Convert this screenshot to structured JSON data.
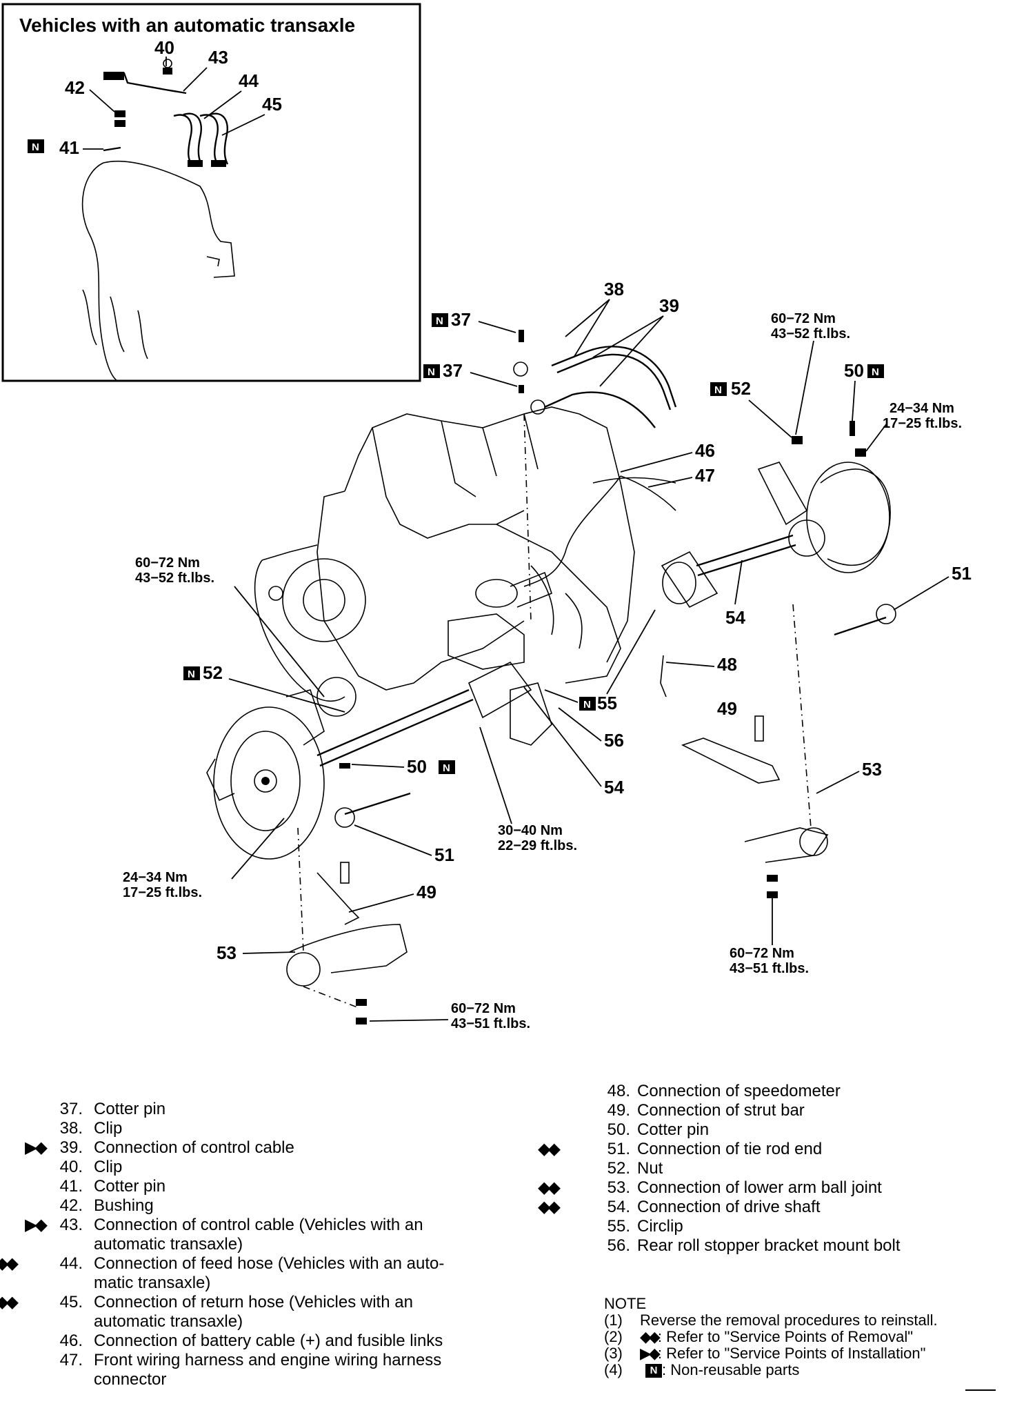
{
  "inset": {
    "title": "Vehicles with an automatic transaxle",
    "labels": [
      "40",
      "43",
      "42",
      "44",
      "45",
      "41"
    ],
    "n_mark": "N"
  },
  "labels": {
    "l38": "38",
    "l39": "39",
    "l37a": "37",
    "l37b": "37",
    "l46": "46",
    "l47": "47",
    "l52a": "52",
    "l52b": "52",
    "l50a": "50",
    "l50b": "50",
    "l51a": "51",
    "l51b": "51",
    "l54a": "54",
    "l54b": "54",
    "l48": "48",
    "l49a": "49",
    "l49b": "49",
    "l53a": "53",
    "l53b": "53",
    "l55": "55",
    "l56": "56"
  },
  "torques": {
    "t1": [
      "60−72 Nm",
      "43−52 ft.lbs."
    ],
    "t2": [
      "24−34 Nm",
      "17−25 ft.lbs."
    ],
    "t3": [
      "60−72 Nm",
      "43−52 ft.lbs."
    ],
    "t4": [
      "30−40 Nm",
      "22−29 ft.lbs."
    ],
    "t5": [
      "24−34 Nm",
      "17−25 ft.lbs."
    ],
    "t6": [
      "60−72 Nm",
      "43−51 ft.lbs."
    ],
    "t7": [
      "60−72 Nm",
      "43−51 ft.lbs."
    ]
  },
  "legend": {
    "i37": {
      "num": "37.",
      "text": "Cotter pin"
    },
    "i38": {
      "num": "38.",
      "text": "Clip"
    },
    "i39": {
      "num": "39.",
      "text": "Connection of control cable"
    },
    "i40": {
      "num": "40.",
      "text": "Clip"
    },
    "i41": {
      "num": "41.",
      "text": "Cotter pin"
    },
    "i42": {
      "num": "42.",
      "text": "Bushing"
    },
    "i43": {
      "num": "43.",
      "text": "Connection of control cable (Vehicles with an",
      "text2": "automatic transaxle)"
    },
    "i44": {
      "num": "44.",
      "text": "Connection of feed hose (Vehicles with an auto-",
      "text2": "matic transaxle)"
    },
    "i45": {
      "num": "45.",
      "text": "Connection of return hose (Vehicles with an",
      "text2": "automatic transaxle)"
    },
    "i46": {
      "num": "46.",
      "text": "Connection of battery cable (+) and fusible links"
    },
    "i47": {
      "num": "47.",
      "text": "Front wiring harness and engine wiring harness",
      "text2": "connector"
    },
    "i48": {
      "num": "48.",
      "text": "Connection of speedometer"
    },
    "i49": {
      "num": "49.",
      "text": "Connection of strut bar"
    },
    "i50": {
      "num": "50.",
      "text": "Cotter pin"
    },
    "i51": {
      "num": "51.",
      "text": "Connection of tie rod end"
    },
    "i52": {
      "num": "52.",
      "text": "Nut"
    },
    "i53": {
      "num": "53.",
      "text": "Connection of lower arm ball joint"
    },
    "i54": {
      "num": "54.",
      "text": "Connection of drive shaft"
    },
    "i55": {
      "num": "55.",
      "text": "Circlip"
    },
    "i56": {
      "num": "56.",
      "text": "Rear roll stopper bracket mount bolt"
    }
  },
  "note": {
    "heading": "NOTE",
    "n1_num": "(1)",
    "n1_text": "Reverse the removal procedures to reinstall.",
    "n2_num": "(2)",
    "n2_text": ": Refer to \"Service Points of Removal\"",
    "n3_num": "(3)",
    "n3_text": ": Refer to \"Service Points of Installation\"",
    "n4_num": "(4)",
    "n4_text": ": Non-reusable parts"
  },
  "n_mark": "N"
}
